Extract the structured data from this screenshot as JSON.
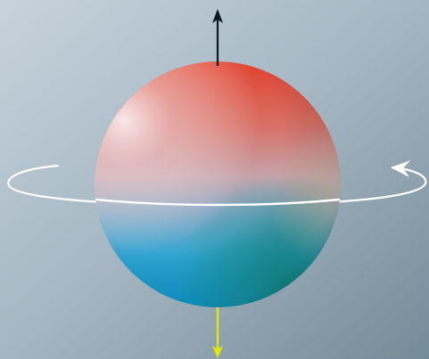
{
  "diagram": {
    "subject": "sphere",
    "elements": [
      "top-arrow",
      "bottom-arrow",
      "rotation-ring",
      "arrowhead"
    ]
  },
  "colors": {
    "background_light": "#c3d0d9",
    "background_dark": "#7c929f",
    "sphere_top_red": "#e04632",
    "sphere_highlight": "#f3e2e3",
    "sphere_blue": "#1aa6d6",
    "sphere_teal": "#0f8a86",
    "ring": "#ffffff",
    "top_arrow": "#0b1a22",
    "bottom_arrow": "#e8e800"
  },
  "icons": {
    "top_arrow": "arrow-up-icon",
    "bottom_arrow": "arrow-down-icon",
    "ring_arrow": "arrowhead-icon"
  }
}
